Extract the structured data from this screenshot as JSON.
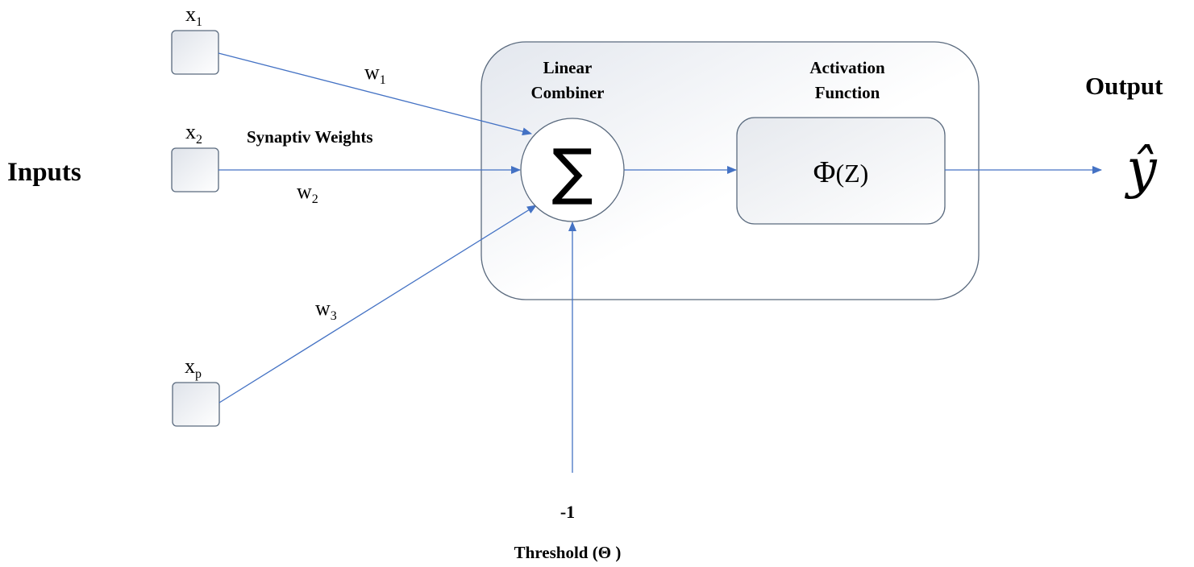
{
  "labels": {
    "inputs": "Inputs",
    "output": "Output",
    "synaptic_weights": "Synaptiv Weights",
    "linear_combiner_line1": "Linear",
    "linear_combiner_line2": "Combiner",
    "activation_line1": "Activation",
    "activation_line2": "Function",
    "threshold_value": "-1",
    "threshold_label": "Threshold (Θ )"
  },
  "inputs": [
    {
      "base": "x",
      "sub": "1"
    },
    {
      "base": "x",
      "sub": "2"
    },
    {
      "base": "x",
      "sub": "p"
    }
  ],
  "weights": [
    {
      "base": "w",
      "sub": "1"
    },
    {
      "base": "w",
      "sub": "2"
    },
    {
      "base": "w",
      "sub": "3"
    }
  ],
  "sum_symbol": "∑",
  "activation": {
    "phi": "Φ",
    "arg": "(Z)"
  },
  "output_symbol": "ŷ",
  "colors": {
    "line": "#4472c4",
    "box_border": "#5a6a7e",
    "box_fill_start": "#e8ebf0",
    "box_fill_end": "#ffffff"
  }
}
